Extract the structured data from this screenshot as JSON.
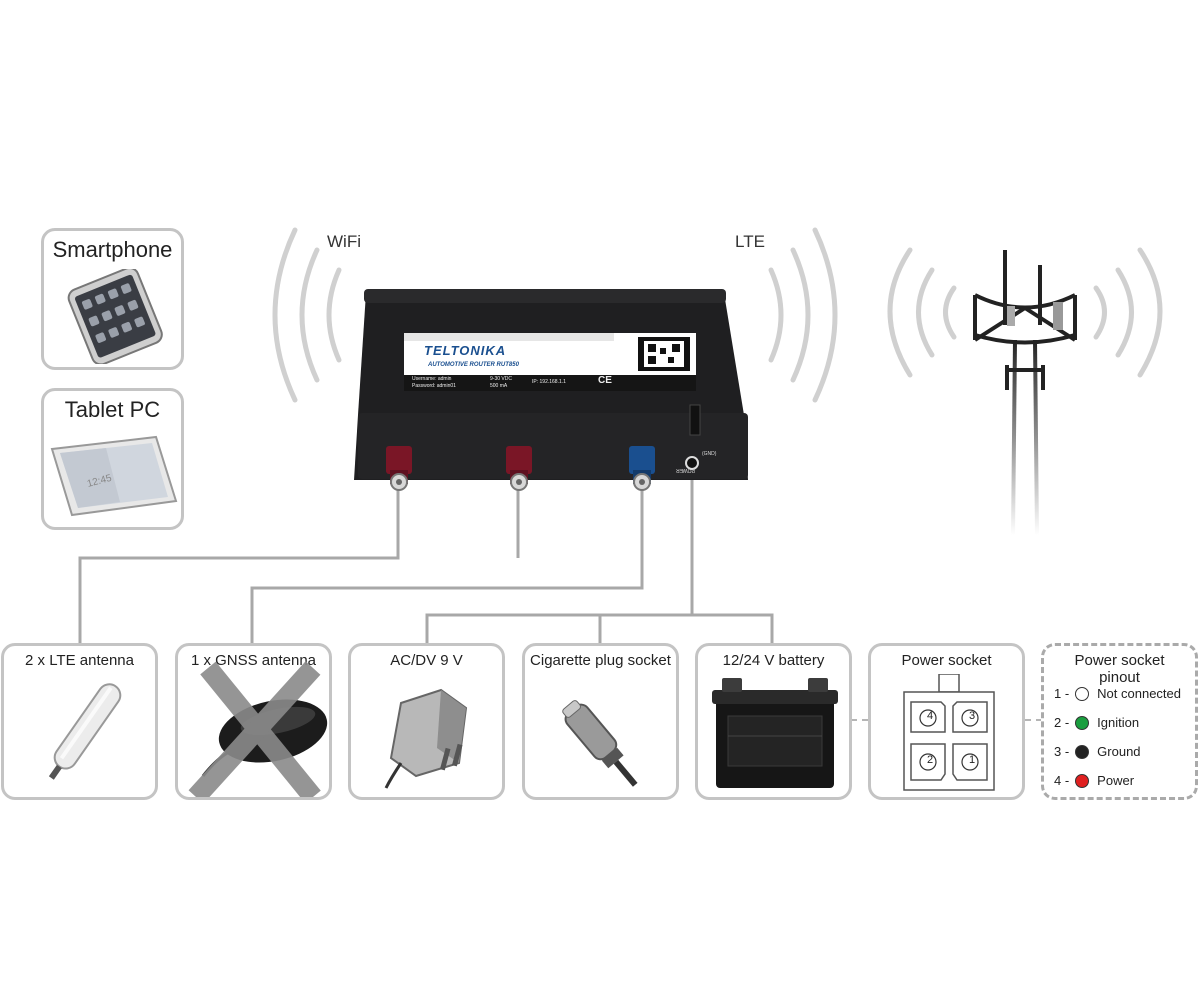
{
  "labels": {
    "wifi": "WiFi",
    "lte": "LTE",
    "smartphone": "Smartphone",
    "tablet": "Tablet PC"
  },
  "router": {
    "brand": "TELTONIKA",
    "model": "AUTOMOTIVE ROUTER RUT850",
    "username": "Username: admin",
    "password": "Password: admin01",
    "voltage": "9-30 VDC",
    "current": "500 mA",
    "ip": "IP: 192.168.1.1",
    "ce": "CE",
    "power_label": "POWER",
    "gnd_label": "(GND)"
  },
  "accessories": [
    {
      "title": "2 x LTE antenna"
    },
    {
      "title": "1 x GNSS antenna"
    },
    {
      "title": "AC/DV 9 V"
    },
    {
      "title": "Cigarette plug socket"
    },
    {
      "title": "12/24 V battery"
    },
    {
      "title": "Power socket"
    }
  ],
  "socket_numbers": [
    "4",
    "3",
    "2",
    "1"
  ],
  "pinout": {
    "title": "Power socket pinout",
    "pins": [
      {
        "label": "1 -",
        "name": "Not connected",
        "color": "#ffffff"
      },
      {
        "label": "2 -",
        "name": "Ignition",
        "color": "#1a9e3f"
      },
      {
        "label": "3 -",
        "name": "Ground",
        "color": "#222222"
      },
      {
        "label": "4 -",
        "name": "Power",
        "color": "#e02020"
      }
    ]
  },
  "colors": {
    "lte_connector": "#7a1626",
    "wifi_connector": "#1a4f8f",
    "wire": "#a8a8a8",
    "box_border": "#c4c4c4",
    "strike": "#8a8a8a"
  }
}
